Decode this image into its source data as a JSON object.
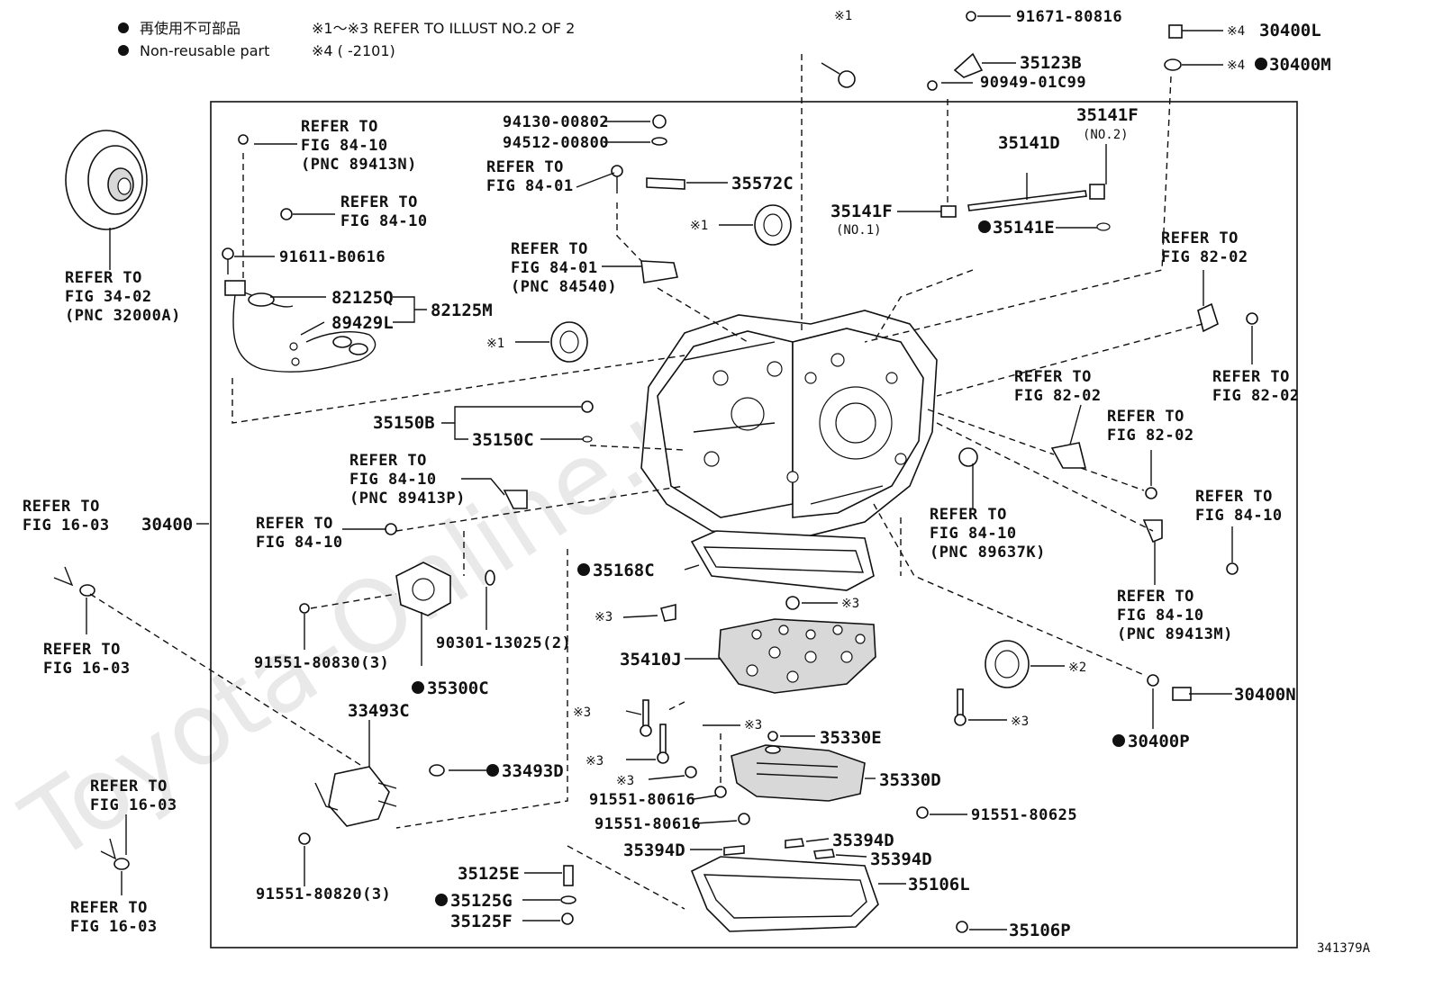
{
  "legend": {
    "line1_jp": "再使用不可部品",
    "line1_note": "※1～※3 REFER TO ILLUST NO.2 OF 2",
    "line2": "Non-reusable part",
    "line2_note": "※4 (      -2101)"
  },
  "watermark": "Toyota-Online.ru",
  "figure_number": "341379A",
  "marks": {
    "m1": "※1",
    "m2": "※2",
    "m3": "※3",
    "m4": "※4"
  },
  "refs": {
    "r_fig34_02": [
      "REFER TO",
      "FIG 34-02",
      "(PNC 32000A)"
    ],
    "r_84_10_89413n": [
      "REFER TO",
      "FIG 84-10",
      "(PNC 89413N)"
    ],
    "r_84_10_a": [
      "REFER TO",
      "FIG 84-10"
    ],
    "r_84_01_a": [
      "REFER TO",
      "FIG 84-01"
    ],
    "r_84_01_84540": [
      "REFER TO",
      "FIG 84-01",
      "(PNC 84540)"
    ],
    "r_82_02_a": [
      "REFER TO",
      "FIG 82-02"
    ],
    "r_82_02_b": [
      "REFER TO",
      "FIG 82-02"
    ],
    "r_82_02_c": [
      "REFER TO",
      "FIG 82-02"
    ],
    "r_82_02_d": [
      "REFER TO",
      "FIG 82-02"
    ],
    "r_84_10_89413p": [
      "REFER TO",
      "FIG 84-10",
      "(PNC 89413P)"
    ],
    "r_84_10_b": [
      "REFER TO",
      "FIG 84-10"
    ],
    "r_84_10_89637k": [
      "REFER TO",
      "FIG 84-10",
      "(PNC 89637K)"
    ],
    "r_84_10_c": [
      "REFER TO",
      "FIG 84-10"
    ],
    "r_84_10_89413m": [
      "REFER TO",
      "FIG 84-10",
      "(PNC 89413M)"
    ],
    "r_16_03_a": [
      "REFER TO",
      "FIG 16-03"
    ],
    "r_16_03_b": [
      "REFER TO",
      "FIG 16-03"
    ],
    "r_16_03_c": [
      "REFER TO",
      "FIG 16-03"
    ],
    "r_16_03_d": [
      "REFER TO",
      "FIG 16-03"
    ]
  },
  "parts": {
    "p91671": "91671-80816",
    "p35123B": "35123B",
    "p90949": "90949-01C99",
    "p30400L": "30400L",
    "p30400M": "30400M",
    "p94130": "94130-00802",
    "p94512": "94512-00800",
    "p35572C": "35572C",
    "p35141F2": "35141F",
    "no2": "(NO.2)",
    "p35141D": "35141D",
    "p35141F1": "35141F",
    "no1": "(NO.1)",
    "p35141E": "35141E",
    "p91611": "91611-B0616",
    "p82125Q": "82125Q",
    "p82125M": "82125M",
    "p89429L": "89429L",
    "p35150B": "35150B",
    "p35150C": "35150C",
    "p30400": "30400",
    "p35168C": "35168C",
    "p91551_80830": "91551-80830(3)",
    "p90301": "90301-13025(2)",
    "p35300C": "35300C",
    "p35410J": "35410J",
    "p33493C": "33493C",
    "p33493D": "33493D",
    "p35330E": "35330E",
    "p35330D": "35330D",
    "p91551_80616a": "91551-80616",
    "p91551_80616b": "91551-80616",
    "p91551_80625": "91551-80625",
    "p35394D_a": "35394D",
    "p35394D_b": "35394D",
    "p35394D_c": "35394D",
    "p35106L": "35106L",
    "p35125E": "35125E",
    "p35125G": "35125G",
    "p35125F": "35125F",
    "p35106P": "35106P",
    "p91551_80820": "91551-80820(3)",
    "p30400N": "30400N",
    "p30400P": "30400P"
  }
}
